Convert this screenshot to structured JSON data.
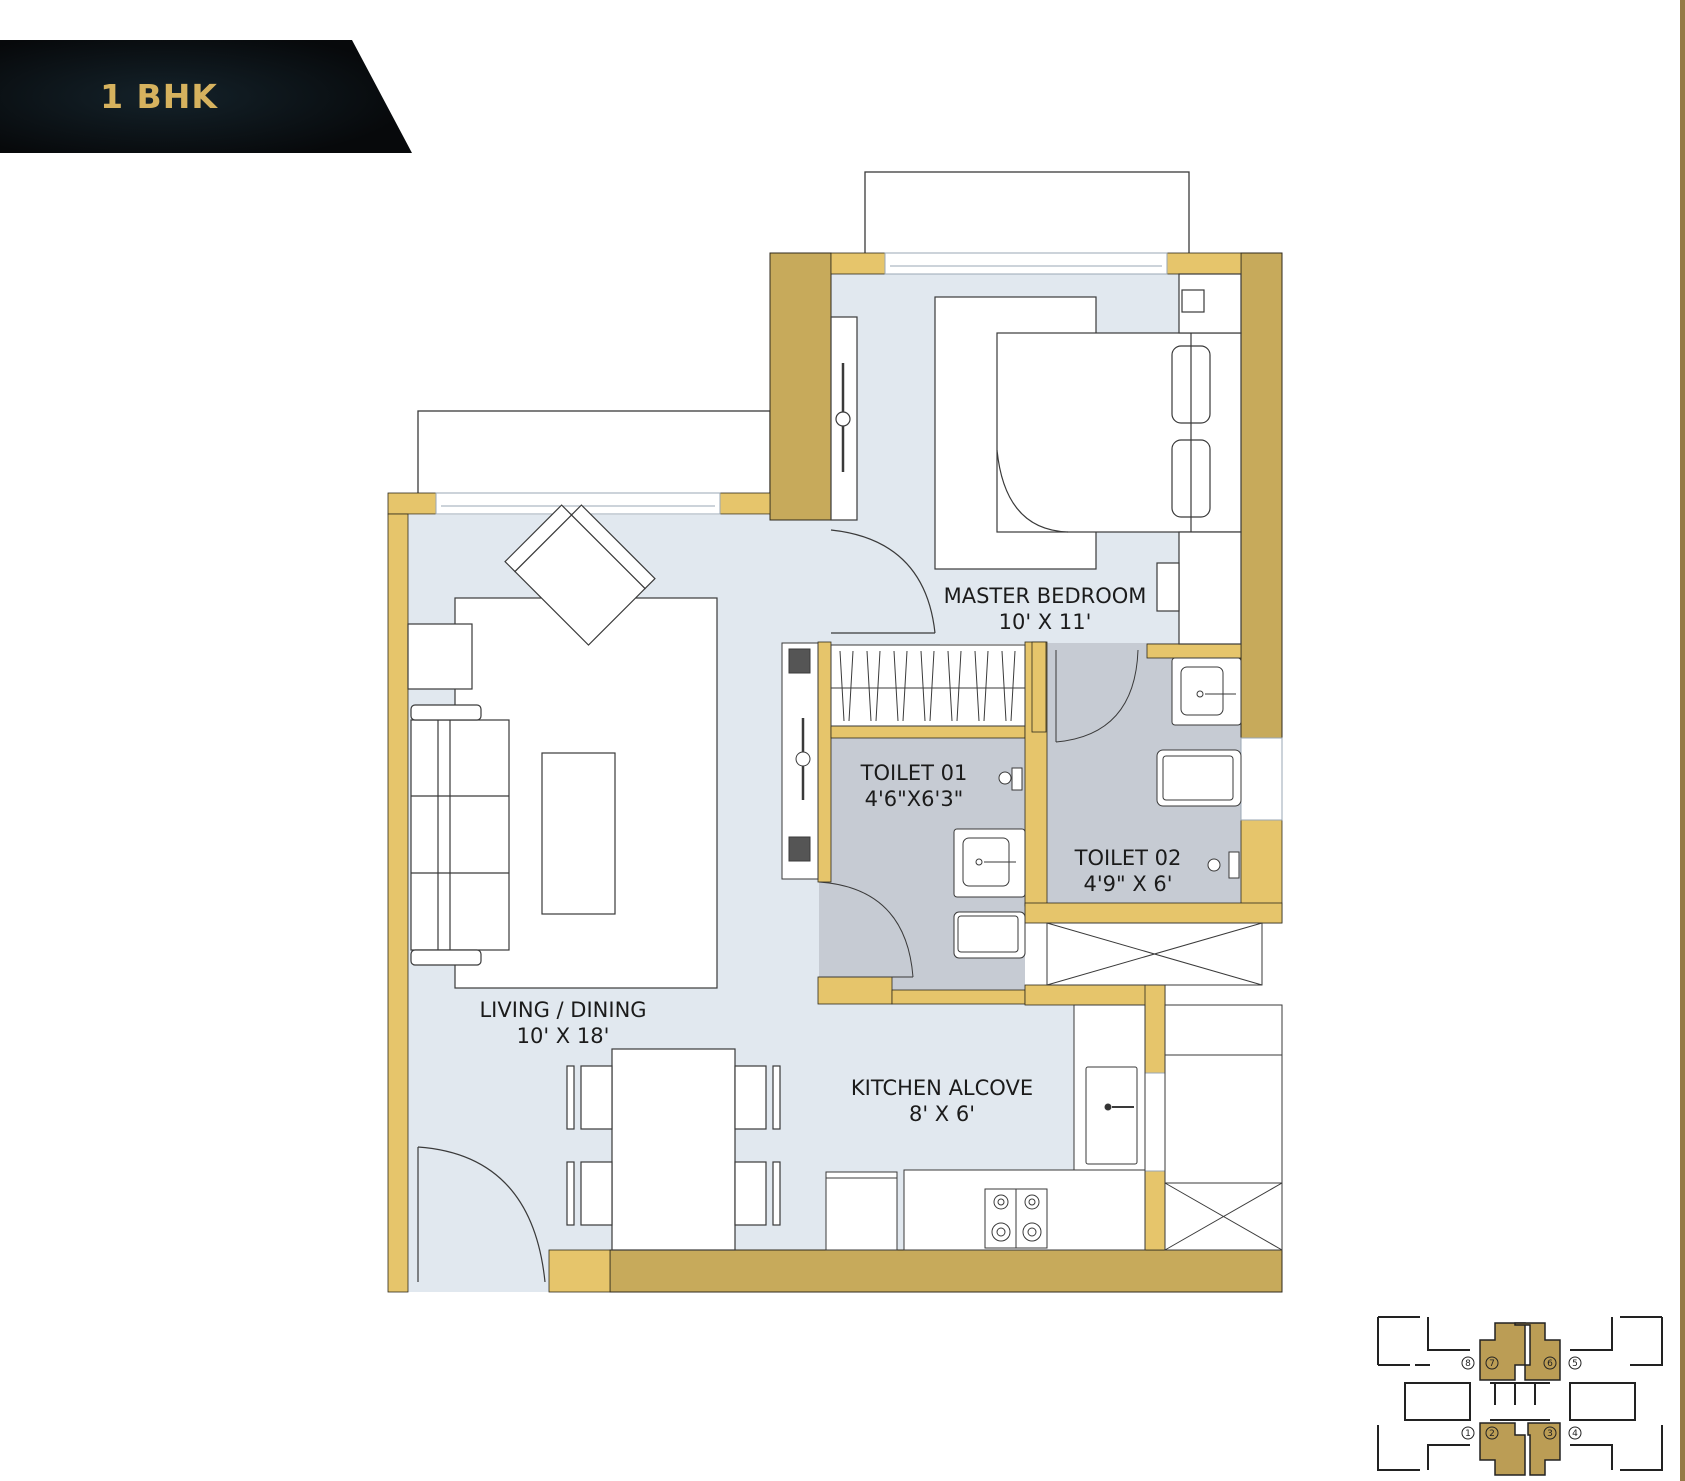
{
  "badge": {
    "label": "1 BHK"
  },
  "rooms": [
    {
      "id": "master-bedroom",
      "name": "MASTER BEDROOM",
      "size": "10' X 11'"
    },
    {
      "id": "toilet-01",
      "name": "TOILET 01",
      "size": "4'6\"X6'3\""
    },
    {
      "id": "toilet-02",
      "name": "TOILET 02",
      "size": "4'9\" X 6'"
    },
    {
      "id": "living-dining",
      "name": "LIVING / DINING",
      "size": "10' X 18'"
    },
    {
      "id": "kitchen-alcove",
      "name": "KITCHEN ALCOVE",
      "size": "8' X 6'"
    }
  ],
  "key_plan": {
    "units": [
      "1",
      "2",
      "3",
      "4",
      "5",
      "6",
      "7",
      "8"
    ],
    "highlighted_units": [
      "2",
      "3",
      "6",
      "7"
    ]
  },
  "colors": {
    "badge_bg": "#0b1115",
    "badge_text": "#d6b25e",
    "wall_dark": "#c7aa5b",
    "wall_light": "#e6c56b",
    "floor_living": "#e1e8ef",
    "floor_toilet": "#c6cbd3",
    "keyplan_highlight": "#bb9d55",
    "edge_line": "#957a45"
  }
}
